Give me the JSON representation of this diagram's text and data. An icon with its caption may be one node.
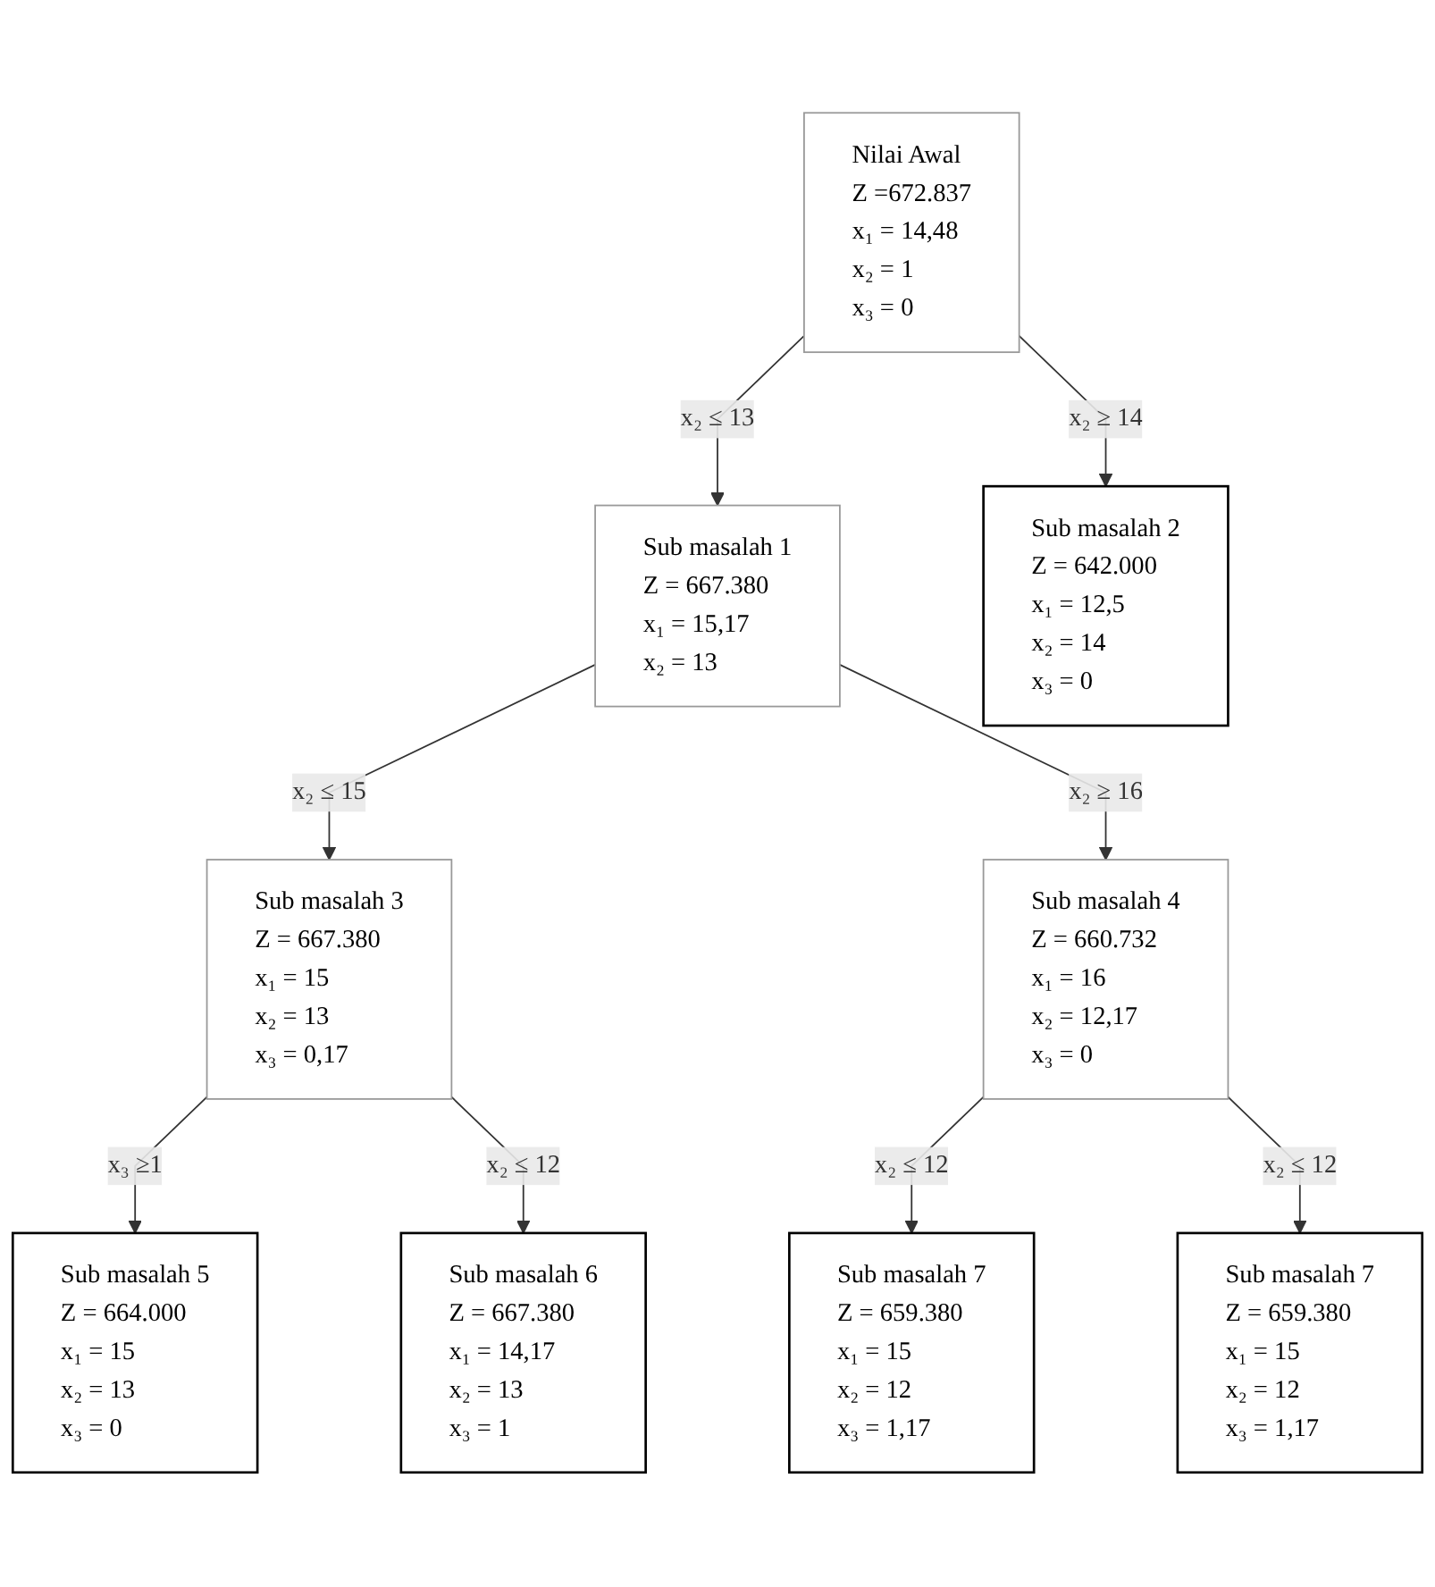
{
  "diagram": {
    "nodes": [
      {
        "text": [
          "Nilai Awal",
          "Z =672.837",
          "x₁ = 14,48",
          "x₂ = 1",
          "x₃ = 0"
        ]
      },
      {
        "text": [
          "Sub masalah 1",
          "Z = 667.380",
          "x₁ = 15,17",
          "x₂ = 13"
        ]
      },
      {
        "text": [
          "Sub masalah 2",
          "Z = 642.000",
          "x₁ = 12,5",
          "x₂ = 14",
          "x₃ = 0"
        ]
      },
      {
        "text": [
          "Sub masalah 3",
          "Z = 667.380",
          "x₁ = 15",
          "x₂ = 13",
          "x₃ = 0,17"
        ]
      },
      {
        "text": [
          "Sub masalah 4",
          "Z = 660.732",
          "x₁ = 16",
          "x₂ = 12,17",
          "x₃ = 0"
        ]
      },
      {
        "text": [
          "Sub masalah 5",
          "Z = 664.000",
          "x₁ = 15",
          "x₂ = 13",
          "x₃ = 0"
        ]
      },
      {
        "text": [
          "Sub masalah 6",
          "Z = 667.380",
          "x₁ = 14,17",
          "x₂ = 13",
          "x₃ = 1"
        ]
      },
      {
        "text": [
          "Sub masalah 7",
          "Z = 659.380",
          "x₁ = 15",
          "x₂ = 12",
          "x₃ = 1,17"
        ]
      },
      {
        "text": [
          "Sub masalah 7",
          "Z = 659.380",
          "x₁ = 15",
          "x₂ = 12",
          "x₃ = 1,17"
        ]
      }
    ],
    "edges": [
      {
        "from": 0,
        "to": 1,
        "arrow": "to",
        "label": "x₂ ≤ 13"
      },
      {
        "from": 0,
        "to": 2,
        "arrow": "to",
        "label": "x₂ ≥ 14"
      },
      {
        "from": 1,
        "to": 3,
        "arrow": "to",
        "label": "x₂ ≤ 15"
      },
      {
        "from": 1,
        "to": 4,
        "arrow": "to",
        "label": "x₂ ≥ 16"
      },
      {
        "from": 3,
        "to": 5,
        "arrow": "to",
        "label": "x₃ ≥1"
      },
      {
        "from": 3,
        "to": 6,
        "arrow": "to",
        "label": "x₂ ≤ 12"
      },
      {
        "from": 4,
        "to": 7,
        "arrow": "to",
        "label": "x₂ ≤ 12"
      },
      {
        "from": 4,
        "to": 8,
        "arrow": "to",
        "label": "x₂ ≤ 12"
      }
    ]
  }
}
